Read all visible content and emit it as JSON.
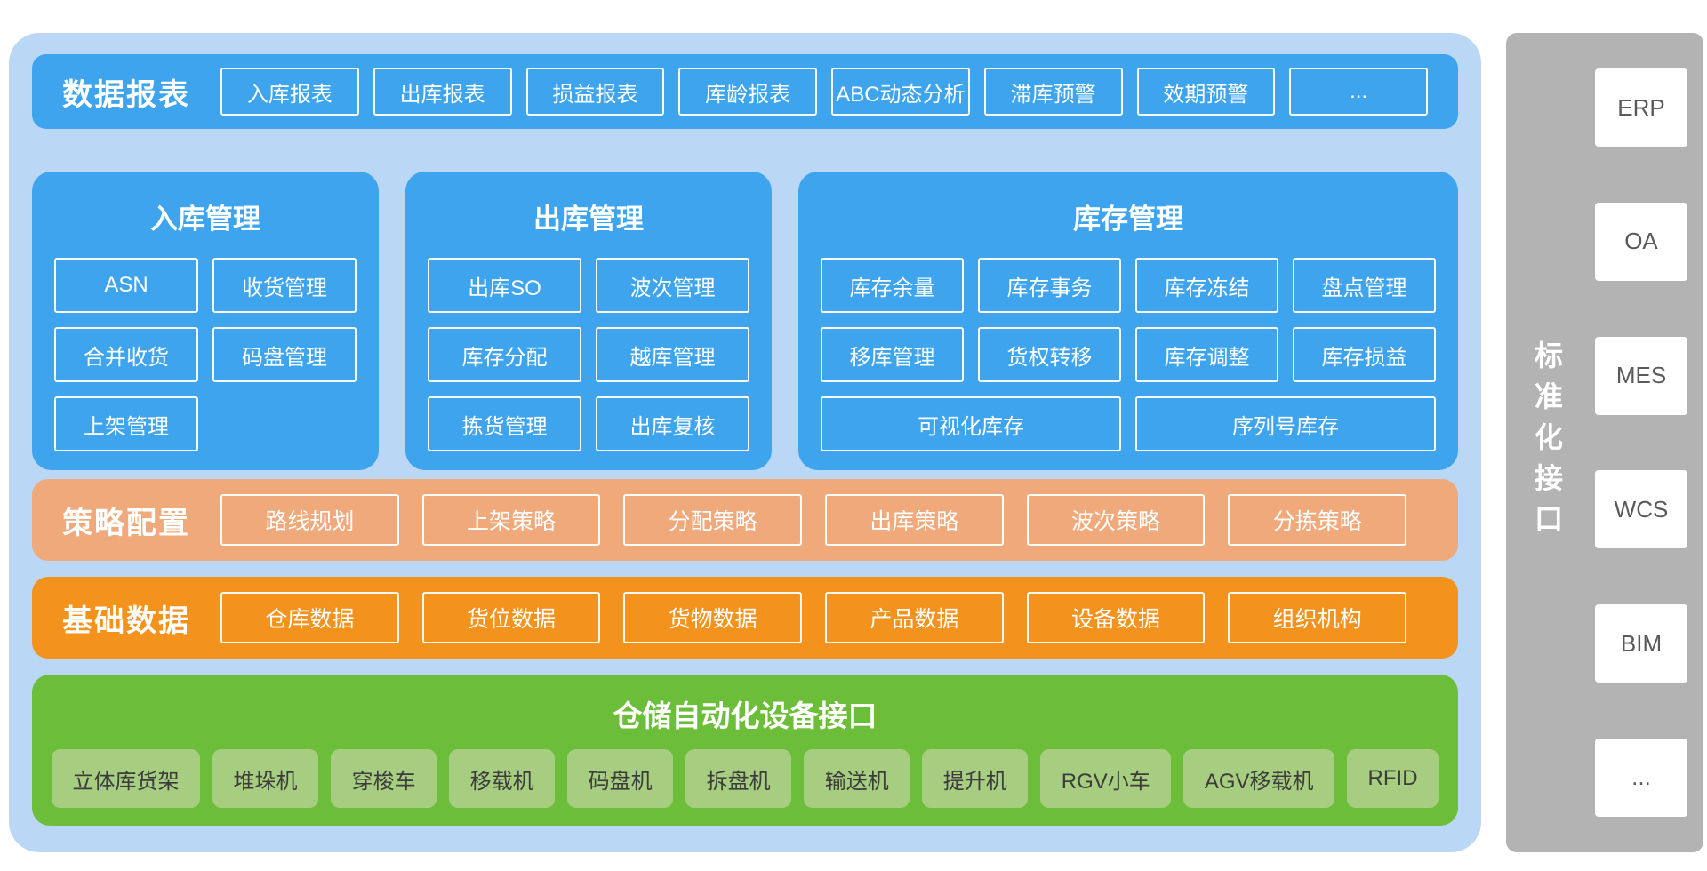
{
  "colors": {
    "container_bg": "#BAD8F6",
    "module_blue": "#3FA4EE",
    "strategy_peach": "#F0A97B",
    "basedata_orange": "#F3921D",
    "device_green": "#6CBE3A",
    "device_chip_green": "#A7CE80",
    "sidebar_gray": "#B3B3B3",
    "chip_border": "#FFFFFF",
    "sidebar_text": "#595959"
  },
  "report_bar": {
    "title": "数据报表",
    "items": [
      "入库报表",
      "出库报表",
      "损益报表",
      "库龄报表",
      "ABC动态分析",
      "滞库预警",
      "效期预警",
      "..."
    ]
  },
  "panels": [
    {
      "title": "入库管理",
      "items": [
        "ASN",
        "收货管理",
        "合并收货",
        "码盘管理",
        "上架管理"
      ]
    },
    {
      "title": "出库管理",
      "items": [
        "出库SO",
        "波次管理",
        "库存分配",
        "越库管理",
        "拣货管理",
        "出库复核"
      ]
    },
    {
      "title": "库存管理",
      "items": [
        "库存余量",
        "库存事务",
        "库存冻结",
        "盘点管理",
        "移库管理",
        "货权转移",
        "库存调整",
        "库存损益"
      ],
      "wide_items": [
        "可视化库存",
        "序列号库存"
      ]
    }
  ],
  "strategy_bar": {
    "title": "策略配置",
    "items": [
      "路线规划",
      "上架策略",
      "分配策略",
      "出库策略",
      "波次策略",
      "分拣策略"
    ]
  },
  "basedata_bar": {
    "title": "基础数据",
    "items": [
      "仓库数据",
      "货位数据",
      "货物数据",
      "产品数据",
      "设备数据",
      "组织机构"
    ]
  },
  "device_section": {
    "title": "仓储自动化设备接口",
    "items": [
      "立体库货架",
      "堆垛机",
      "穿梭车",
      "移载机",
      "码盘机",
      "拆盘机",
      "输送机",
      "提升机",
      "RGV小车",
      "AGV移载机",
      "RFID"
    ]
  },
  "sidebar": {
    "title": "标准化接口",
    "items": [
      "ERP",
      "OA",
      "MES",
      "WCS",
      "BIM",
      "..."
    ]
  }
}
